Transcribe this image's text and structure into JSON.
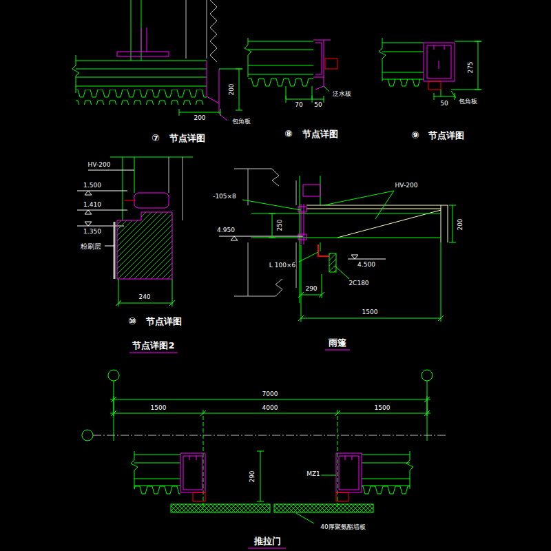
{
  "diagram": {
    "labels": [
      "200",
      "200",
      "包角板",
      "⑦",
      "节点详图",
      "70",
      "50",
      "泛水板",
      "⑧",
      "节点详图",
      "275",
      "50",
      "包角板",
      "⑨",
      "节点详图",
      "HV-200",
      "1.500",
      "1.410",
      "1.350",
      "粉刷层",
      "240",
      "⑩",
      "节点详图",
      "节点详图2",
      "-105×8",
      "250",
      "4.950",
      "HV-200",
      "200",
      "L 100×6",
      "4.500",
      "2C180",
      "290",
      "1500",
      "雨篷",
      "7000",
      "1500",
      "4000",
      "1500",
      "MZ1",
      "290",
      "40厚聚氨酯墙板",
      "推拉门"
    ]
  }
}
